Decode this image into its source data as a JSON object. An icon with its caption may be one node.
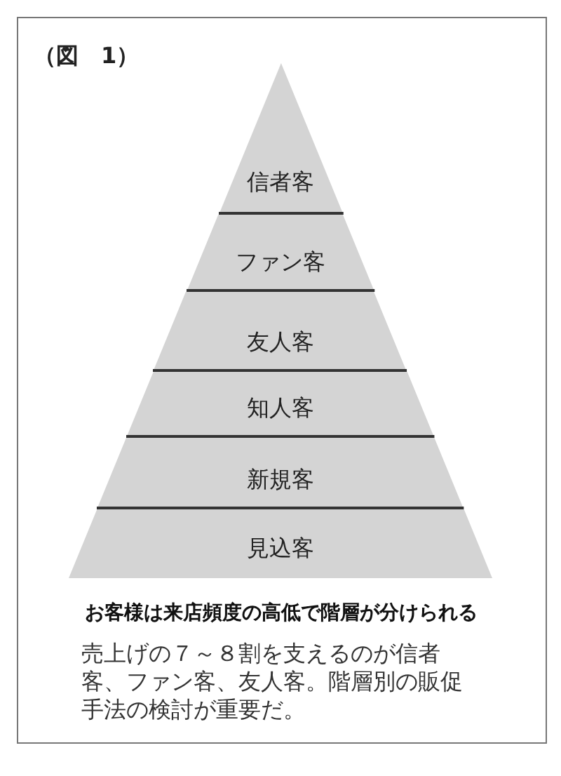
{
  "diagram": {
    "caption": "お客様は来店頻度の高低で階層が分けられる",
    "nodes": [
      {
        "text": [
          "信者客"
        ]
      },
      {
        "text": [
          "ファン客"
        ]
      },
      {
        "text": [
          "友人客"
        ]
      },
      {
        "text": [
          "知人客"
        ]
      },
      {
        "text": [
          "新規客"
        ]
      },
      {
        "text": [
          "見込客"
        ]
      }
    ],
    "labels": [
      "（図　1）",
      "売上げの７～８割を支えるのが信者客、ファン客、友人客。階層別の販促手法の検討が重要だ。"
    ]
  }
}
